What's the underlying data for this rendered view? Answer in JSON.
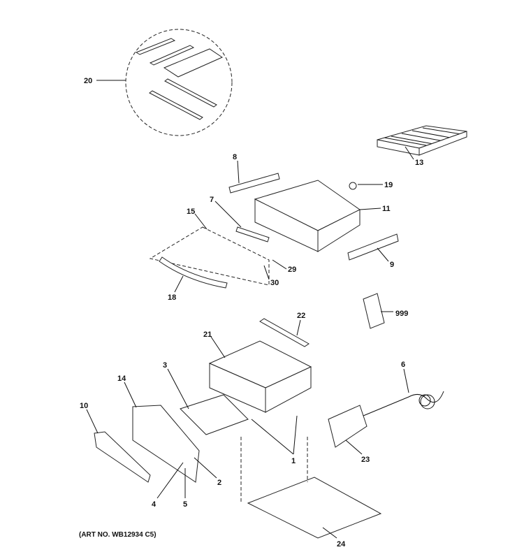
{
  "diagram": {
    "callouts": {
      "c20": "20",
      "c8": "8",
      "c13": "13",
      "c19": "19",
      "c7": "7",
      "c11": "11",
      "c15": "15",
      "c29": "29",
      "c30": "30",
      "c9": "9",
      "c18": "18",
      "c999": "999",
      "c22": "22",
      "c21": "21",
      "c6": "6",
      "c3": "3",
      "c14": "14",
      "c10": "10",
      "c1": "1",
      "c23": "23",
      "c2": "2",
      "c4": "4",
      "c5": "5",
      "c24": "24"
    },
    "art_number": "(ART NO. WB12934 C5)"
  }
}
